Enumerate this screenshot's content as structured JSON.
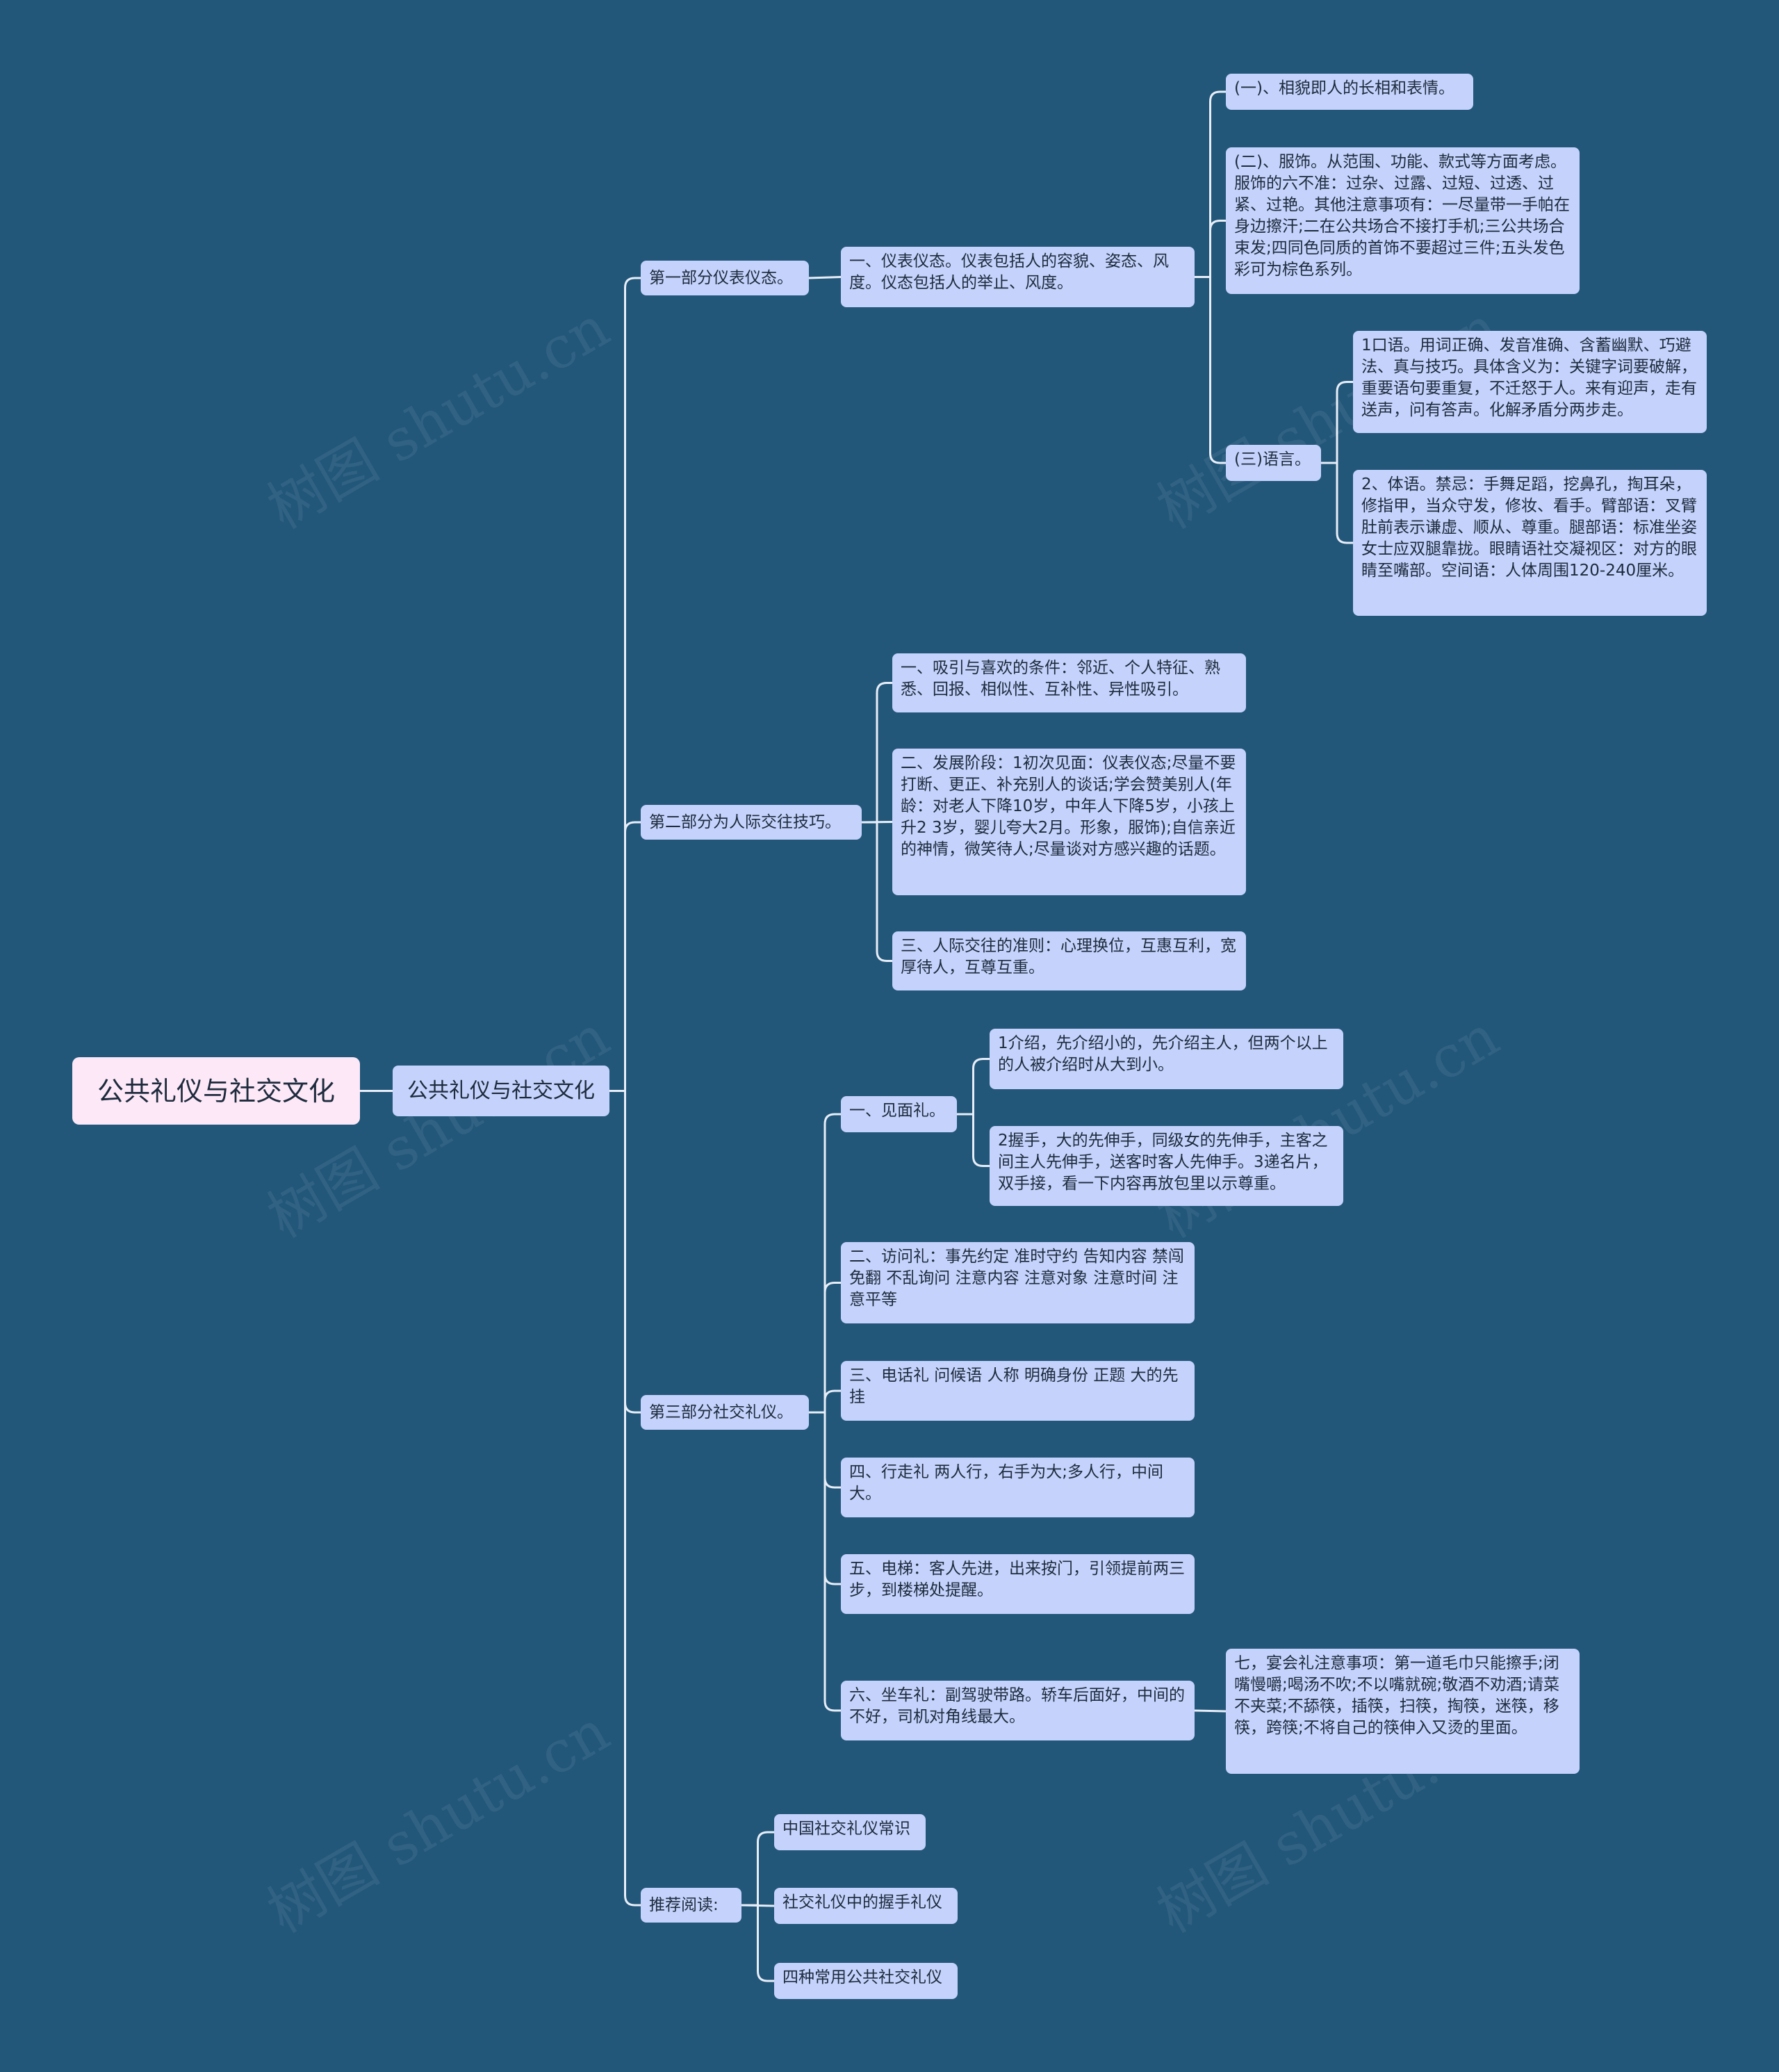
{
  "colors": {
    "background": "#22577a",
    "root_fill": "#fde8f7",
    "node_fill": "#c5d2fb",
    "link": "#e8eef8",
    "text": "#1d2b3d"
  },
  "root": {
    "label": "公共礼仪与社交文化"
  },
  "center": {
    "label": "公共礼仪与社交文化"
  },
  "branches": [
    {
      "label": "第一部分仪表仪态。",
      "children": [
        {
          "label": "一、仪表仪态。仪表包括人的容貌、姿态、风度。仪态包括人的举止、风度。",
          "children": [
            {
              "label": "(一)、相貌即人的长相和表情。"
            },
            {
              "label": "(二)、服饰。从范围、功能、款式等方面考虑。服饰的六不准：过杂、过露、过短、过透、过紧、过艳。其他注意事项有：一尽量带一手帕在身边擦汗;二在公共场合不接打手机;三公共场合束发;四同色同质的首饰不要超过三件;五头发色彩可为棕色系列。"
            },
            {
              "label": "(三)语言。",
              "children": [
                {
                  "label": "1口语。用词正确、发音准确、含蓄幽默、巧避法、真与技巧。具体含义为：关键字词要破解，重要语句要重复，不迁怒于人。来有迎声，走有送声，问有答声。化解矛盾分两步走。"
                },
                {
                  "label": "2、体语。禁忌：手舞足蹈，挖鼻孔，掏耳朵，修指甲，当众守发，修妆、看手。臂部语：叉臂肚前表示谦虚、顺从、尊重。腿部语：标准坐姿女士应双腿靠拢。眼睛语社交凝视区：对方的眼睛至嘴部。空间语：人体周围120-240厘米。"
                }
              ]
            }
          ]
        }
      ]
    },
    {
      "label": "第二部分为人际交往技巧。",
      "children": [
        {
          "label": "一、吸引与喜欢的条件：邻近、个人特征、熟悉、回报、相似性、互补性、异性吸引。"
        },
        {
          "label": "二、发展阶段：1初次见面：仪表仪态;尽量不要打断、更正、补充别人的谈话;学会赞美别人(年龄：对老人下降10岁，中年人下降5岁，小孩上升2 3岁，婴儿夸大2月。形象，服饰);自信亲近的神情，微笑待人;尽量谈对方感兴趣的话题。"
        },
        {
          "label": "三、人际交往的准则：心理换位，互惠互利，宽厚待人，互尊互重。"
        }
      ]
    },
    {
      "label": "第三部分社交礼仪。",
      "children": [
        {
          "label": "一、见面礼。",
          "children": [
            {
              "label": "1介绍，先介绍小的，先介绍主人，但两个以上的人被介绍时从大到小。"
            },
            {
              "label": "2握手，大的先伸手，同级女的先伸手，主客之间主人先伸手，送客时客人先伸手。3递名片，双手接，看一下内容再放包里以示尊重。"
            }
          ]
        },
        {
          "label": "二、访问礼：事先约定 准时守约 告知内容 禁闯免翻 不乱询问 注意内容 注意对象 注意时间 注意平等"
        },
        {
          "label": "三、电话礼 问候语 人称 明确身份 正题 大的先挂"
        },
        {
          "label": "四、行走礼 两人行，右手为大;多人行，中间大。"
        },
        {
          "label": "五、电梯：客人先进，出来按门，引领提前两三步，到楼梯处提醒。"
        },
        {
          "label": "六、坐车礼：副驾驶带路。轿车后面好，中间的不好，司机对角线最大。",
          "children": [
            {
              "label": "七，宴会礼注意事项：第一道毛巾只能擦手;闭嘴慢嚼;喝汤不吹;不以嘴就碗;敬酒不劝酒;请菜不夹菜;不舔筷，插筷，扫筷，掏筷，迷筷，移筷，跨筷;不将自己的筷伸入又烫的里面。"
            }
          ]
        }
      ]
    },
    {
      "label": "推荐阅读:",
      "children": [
        {
          "label": "中国社交礼仪常识"
        },
        {
          "label": "社交礼仪中的握手礼仪"
        },
        {
          "label": "四种常用公共社交礼仪"
        }
      ]
    }
  ]
}
